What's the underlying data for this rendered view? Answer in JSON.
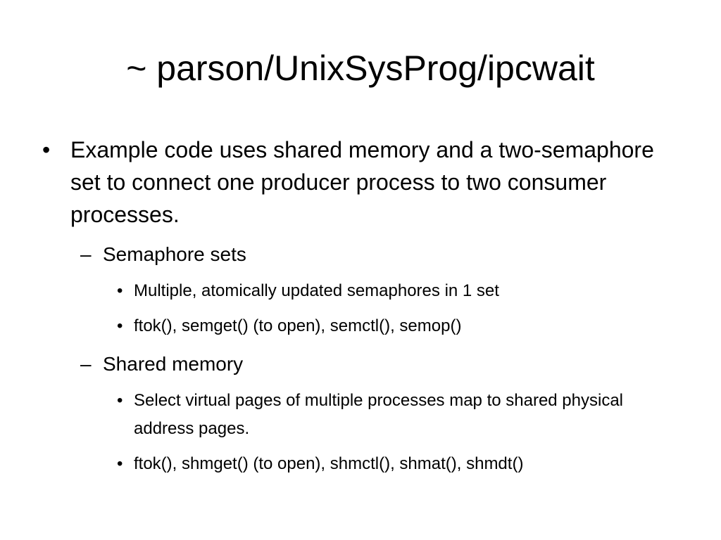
{
  "slide": {
    "title": "~ parson/UnixSysProg/ipcwait",
    "bullet_1": {
      "marker": "•",
      "text": "Example code uses shared memory and a two-semaphore set to connect one producer process to two consumer processes."
    },
    "sub_1": {
      "marker": "–",
      "text": "Semaphore sets",
      "items": [
        {
          "marker": "•",
          "text": "Multiple, atomically updated semaphores in 1 set"
        },
        {
          "marker": "•",
          "text": "ftok(), semget() (to open), semctl(), semop()"
        }
      ]
    },
    "sub_2": {
      "marker": "–",
      "text": "Shared memory",
      "items": [
        {
          "marker": "•",
          "text": "Select virtual pages of multiple processes map to shared physical address pages."
        },
        {
          "marker": "•",
          "text": "ftok(), shmget() (to open), shmctl(), shmat(), shmdt()"
        }
      ]
    }
  }
}
